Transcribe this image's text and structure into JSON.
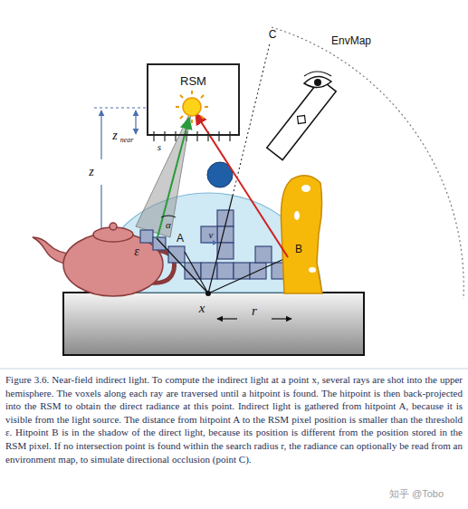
{
  "diagram": {
    "caption": "Figure 3.6. Near-field indirect light. To compute the indirect light at a point x, several rays are shot into the upper hemisphere. The voxels along each ray are traversed until a hitpoint is found. The hitpoint is then back-projected into the RSM to obtain the direct radiance at this point. Indirect light is gathered from hitpoint A, because it is visible from the light source. The distance from hitpoint A to the RSM pixel position is smaller than the threshold ε. Hitpoint B is in the shadow of the direct light, because its position is different from the position stored in the RSM pixel. If no intersection point is found within the search radius r, the radiance can optionally be read from an environment map, to simulate directional occlusion (point C).",
    "nodes": [
      {
        "text": [
          "RSM"
        ]
      }
    ],
    "labels": [
      "C",
      "EnvMap",
      "z",
      "near",
      "z",
      "s",
      "α",
      "ε",
      "A",
      "v",
      "B",
      "x",
      "r",
      "知乎 @Tobo"
    ]
  }
}
